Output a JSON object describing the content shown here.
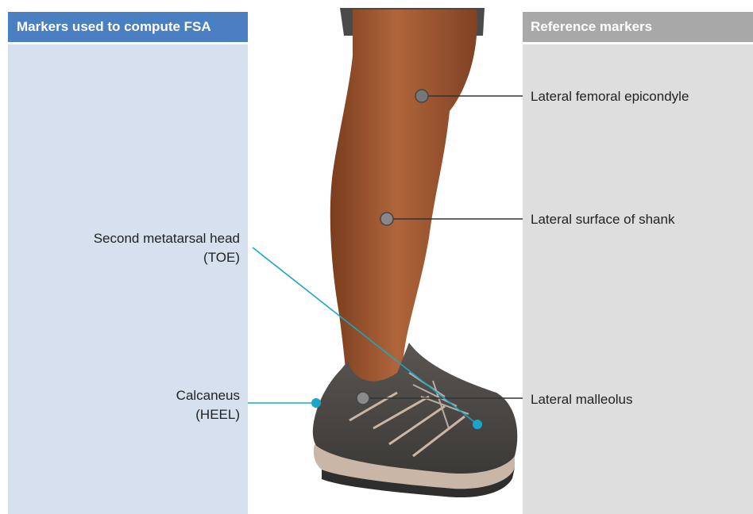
{
  "left_panel": {
    "header": "Markers used to compute FSA"
  },
  "right_panel": {
    "header": "Reference markers"
  },
  "labels": {
    "toe_line1": "Second metatarsal head",
    "toe_line2": "(TOE)",
    "heel_line1": "Calcaneus",
    "heel_line2": "(HEEL)",
    "femoral": "Lateral femoral epicondyle",
    "shank": "Lateral surface of shank",
    "malleolus": "Lateral malleolus"
  },
  "colors": {
    "fsa_panel_bg": "#d6e0ef",
    "fsa_header_bg": "#4a7fc1",
    "ref_panel_bg": "#dedede",
    "ref_header_bg": "#a8a8a8",
    "fsa_marker_line": "#1aa6c9",
    "ref_marker_line": "#333333",
    "skin": "#a4582f",
    "shoe": "#4a4a4a"
  }
}
